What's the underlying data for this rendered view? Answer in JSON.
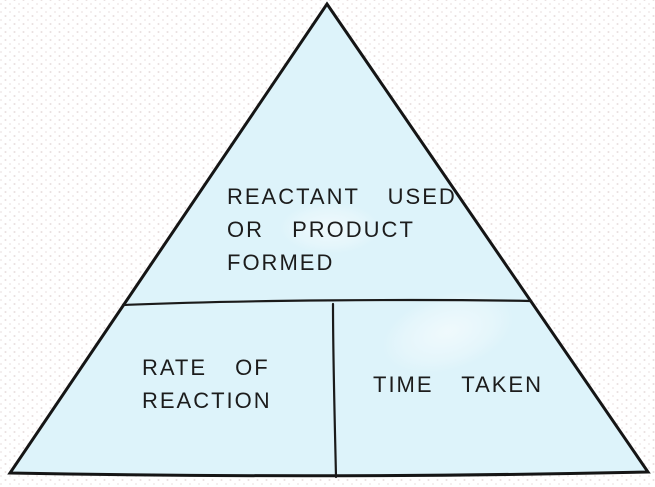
{
  "colors": {
    "triangle_fill": "#ddf3fa",
    "outline": "#151515",
    "text": "#1c1c1c",
    "background": "#ffffff",
    "background_dots": "#e9dddd"
  },
  "triangle": {
    "top_section": {
      "lines": [
        "REACTANT USED",
        "OR PRODUCT",
        "FORMED"
      ]
    },
    "bottom_left_section": {
      "lines": [
        "RATE OF",
        "REACTION"
      ]
    },
    "bottom_right_section": {
      "lines": [
        "TIME TAKEN"
      ]
    }
  }
}
